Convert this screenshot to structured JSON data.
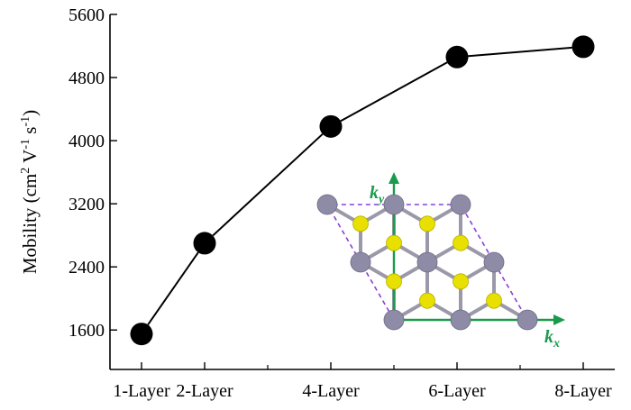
{
  "chart_data": {
    "type": "line",
    "categories": [
      "1-Layer",
      "2-Layer",
      "4-Layer",
      "6-Layer",
      "8-Layer"
    ],
    "x": [
      1,
      2,
      4,
      6,
      8
    ],
    "values": [
      1550,
      2700,
      4180,
      5060,
      5190
    ],
    "ylabel": "Mobility (cm",
    "ylabel_sup1": "2",
    "ylabel_mid": " V",
    "ylabel_sup2": "-1",
    "ylabel_mid2": " s",
    "ylabel_sup3": "-1",
    "ylabel_end": ")",
    "yticks": [
      1600,
      2400,
      3200,
      4000,
      4800,
      5600
    ],
    "ylim": [
      1100,
      5600
    ],
    "xlim": [
      0.5,
      8.5
    ],
    "grid": false,
    "marker_color": "#000000",
    "line_color": "#000000"
  },
  "inset": {
    "ky_label": "k",
    "ky_sub": "y",
    "kx_label": "k",
    "kx_sub": "x",
    "arrow_color": "#1a9b4b",
    "cell_color": "#8a3fd6",
    "metal_color": "#8e8ba6",
    "chalcogen_color": "#e8e000"
  }
}
